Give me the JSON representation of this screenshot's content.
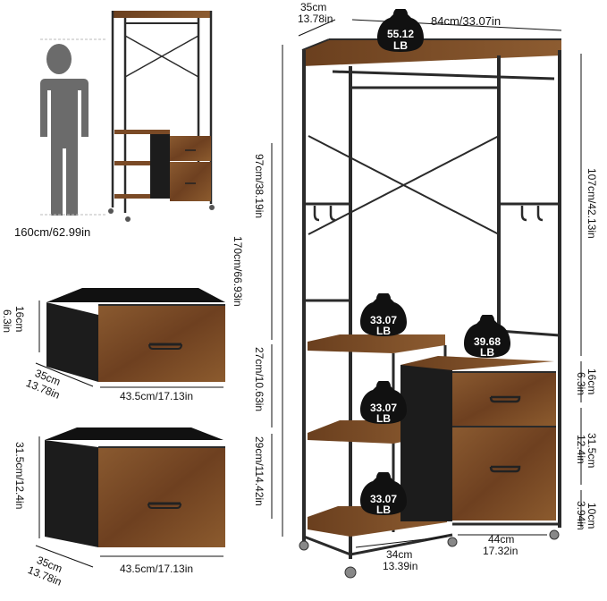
{
  "colors": {
    "frame": "#2a2a2a",
    "wood": "#7a4a26",
    "wood_dark": "#5a3318",
    "fabric": "#1c1c1c",
    "person": "#6b6b6b",
    "weight_badge": "#111111"
  },
  "person": {
    "height_label": "160cm/62.99in"
  },
  "small_drawer": {
    "height_cm": "16cm",
    "height_in": "6.3in",
    "depth_cm": "35cm",
    "depth_in": "13.78in",
    "width_label": "43.5cm/17.13in"
  },
  "large_drawer": {
    "height_label": "31.5cm/12.4in",
    "depth_cm": "35cm",
    "depth_in": "13.78in",
    "width_label": "43.5cm/17.13in"
  },
  "main_unit": {
    "depth_cm": "35cm",
    "depth_in": "13.78in",
    "width_label": "84cm/33.07in",
    "total_height_label": "170cm/66.93in",
    "hanging_height_label": "97cm/38.19in",
    "upper_shelf_gap_label": "27cm/10.63in",
    "lower_shelf_gap_label": "29cm/114.42in",
    "right_upper_label": "107cm/42.13in",
    "right_drawer_small_cm": "16cm",
    "right_drawer_small_in": "6.3in",
    "right_drawer_large_cm": "31.5cm",
    "right_drawer_large_in": "12.4in",
    "right_base_cm": "10cm",
    "right_base_in": "3.94in",
    "bottom_left_cm": "34cm",
    "bottom_left_in": "13.39in",
    "bottom_right_cm": "44cm",
    "bottom_right_in": "17.32in"
  },
  "weights": {
    "top": {
      "value": "55.12",
      "unit": "LB"
    },
    "shelf_upper": {
      "value": "33.07",
      "unit": "LB"
    },
    "drawer_top": {
      "value": "39.68",
      "unit": "LB"
    },
    "shelf_middle": {
      "value": "33.07",
      "unit": "LB"
    },
    "shelf_bottom": {
      "value": "33.07",
      "unit": "LB"
    }
  }
}
